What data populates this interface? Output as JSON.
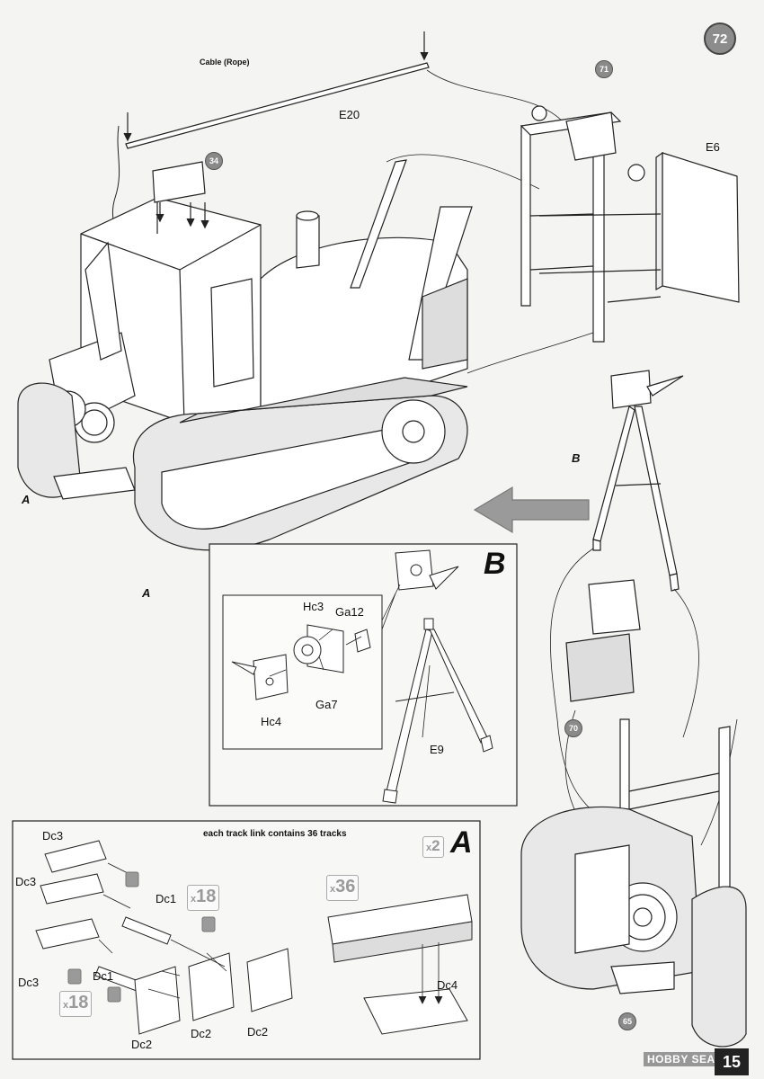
{
  "step": {
    "number": "72",
    "page_number": "15"
  },
  "watermark": "HOBBY SEARCH",
  "callouts": {
    "c34": "34",
    "c71": "71",
    "c70": "70",
    "c65": "65"
  },
  "main_labels": {
    "cable": "Cable (Rope)",
    "e20": "E20",
    "e6": "E6",
    "b_top": "B",
    "a_left": "A",
    "a_bottom": "A"
  },
  "box_b": {
    "label": "B",
    "parts": {
      "hc3": "Hc3",
      "ga12": "Ga12",
      "ga7": "Ga7",
      "hc4": "Hc4",
      "e9": "E9"
    }
  },
  "box_a": {
    "label": "A",
    "heading": "each track link contains 36 tracks",
    "multipliers": {
      "x2": "2",
      "x18a": "18",
      "x18b": "18",
      "x36": "36"
    },
    "parts": {
      "dc3a": "Dc3",
      "dc3b": "Dc3",
      "dc3c": "Dc3",
      "dc1a": "Dc1",
      "dc1b": "Dc1",
      "dc2a": "Dc2",
      "dc2b": "Dc2",
      "dc2c": "Dc2",
      "dc4": "Dc4"
    }
  }
}
